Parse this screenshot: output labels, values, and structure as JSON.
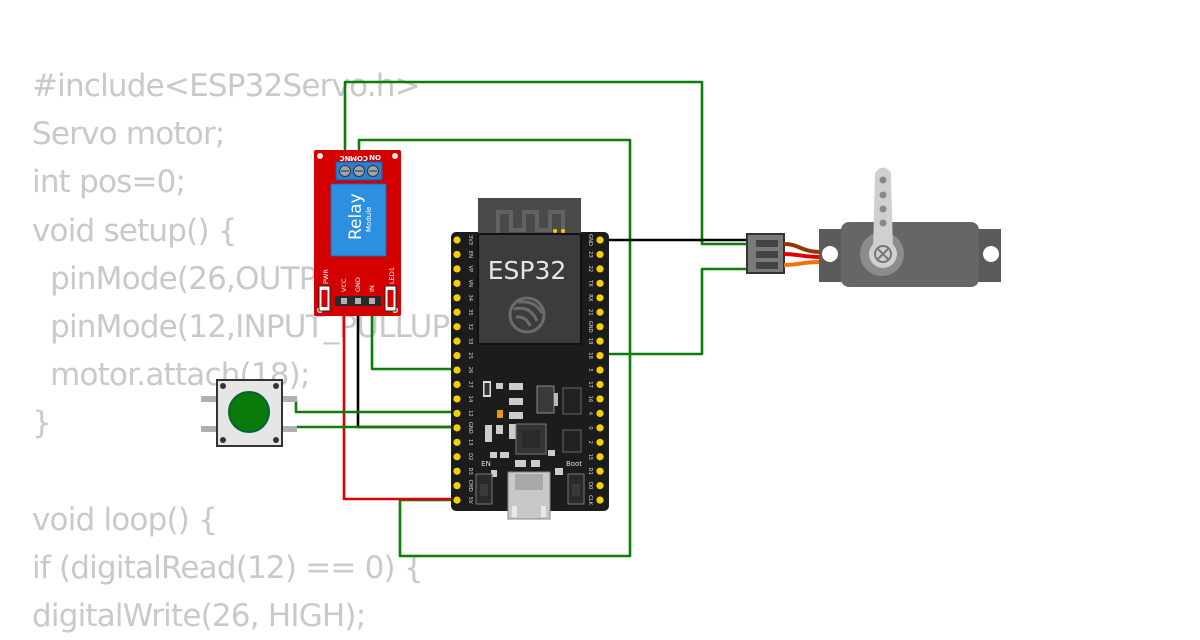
{
  "code_lines": [
    "#include<ESP32Servo.h>",
    "Servo motor;",
    "int pos=0;",
    "void setup() {",
    "  pinMode(26,OUTPUT);",
    "  pinMode(12,INPUT_PULLUP);",
    "  motor.attach(18);",
    "}",
    "",
    "void loop() {",
    "if (digitalRead(12) == 0) {",
    "digitalWrite(26, HIGH);"
  ],
  "relay": {
    "title": "Relay",
    "subtitle": "Module",
    "top_pins": [
      "NC",
      "COM",
      "NO"
    ],
    "bottom_pins": [
      "VCC",
      "GND",
      "IN"
    ],
    "pwr_label": "PWR",
    "led_label": "LED1"
  },
  "esp32": {
    "chip_label": "ESP32",
    "en_label": "EN",
    "boot_label": "Boot",
    "left_pins": [
      "3V3",
      "EN",
      "VP",
      "VN",
      "34",
      "35",
      "32",
      "33",
      "25",
      "26",
      "27",
      "14",
      "12",
      "GND",
      "13",
      "D2",
      "D3",
      "CMD",
      "5V"
    ],
    "right_pins": [
      "GND",
      "23",
      "22",
      "TX",
      "RX",
      "21",
      "GND",
      "19",
      "18",
      "5",
      "17",
      "16",
      "4",
      "0",
      "2",
      "15",
      "D1",
      "D0",
      "CLK"
    ]
  },
  "colors": {
    "wire_green": "#0a7d0a",
    "wire_red": "#e00000",
    "wire_black": "#000000",
    "relay_red": "#d40000",
    "relay_blue": "#2d8fe0",
    "board": "#1c1c1c",
    "pin_gold": "#f5d000",
    "button_green": "#0a7a0a",
    "servo_gray": "#666666",
    "servo_wire_orange": "#f07000",
    "servo_wire_brown": "#8b3a00"
  },
  "icons": [
    "wifi-icon",
    "espressif-logo-icon",
    "servo-screw-icon"
  ]
}
